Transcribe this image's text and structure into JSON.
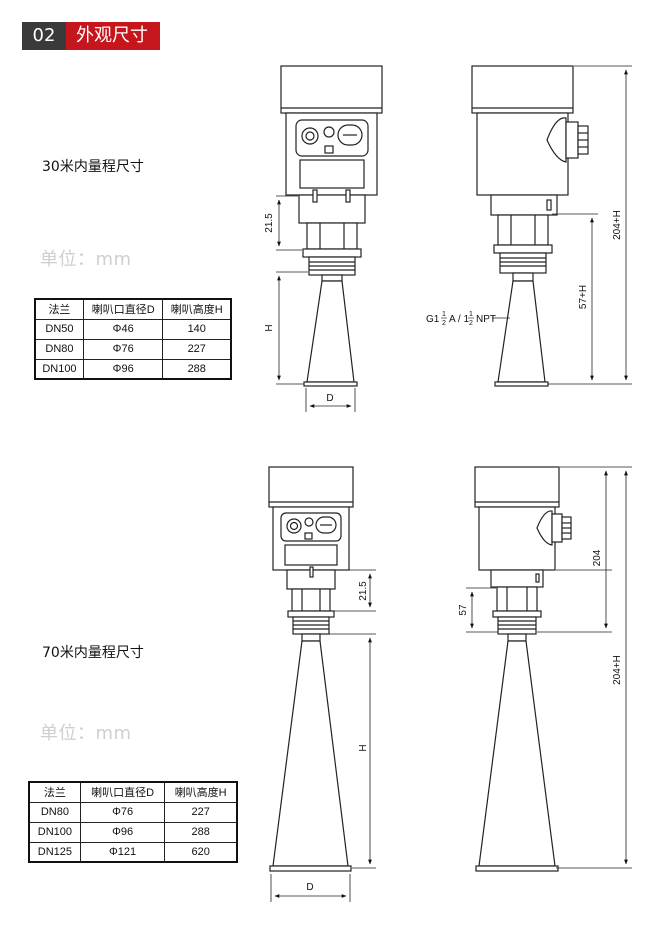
{
  "header": {
    "number": "02",
    "title": "外观尺寸"
  },
  "section30": {
    "caption": "30米内量程尺寸",
    "unit": "单位：mm",
    "table": {
      "headers": [
        "法兰",
        "喇叭口直径D",
        "喇叭高度H"
      ],
      "rows": [
        [
          "DN50",
          "Φ46",
          "140"
        ],
        [
          "DN80",
          "Φ76",
          "227"
        ],
        [
          "DN100",
          "Φ96",
          "288"
        ]
      ]
    },
    "dims": {
      "d215": "21.5",
      "h": "H",
      "d": "D",
      "d57h": "57+H",
      "d204h": "204+H",
      "thread_pre": "G1",
      "thread_mid": "A / 1",
      "thread_post": "NPT",
      "frac_num": "1",
      "frac_den": "2"
    }
  },
  "section70": {
    "caption": "70米内量程尺寸",
    "unit": "单位：mm",
    "table": {
      "headers": [
        "法兰",
        "喇叭口直径D",
        "喇叭高度H"
      ],
      "rows": [
        [
          "DN80",
          "Φ76",
          "227"
        ],
        [
          "DN100",
          "Φ96",
          "288"
        ],
        [
          "DN125",
          "Φ121",
          "620"
        ]
      ]
    },
    "dims": {
      "d215": "21.5",
      "h": "H",
      "d": "D",
      "d57": "57",
      "d204": "204",
      "d204h": "204+H"
    }
  }
}
